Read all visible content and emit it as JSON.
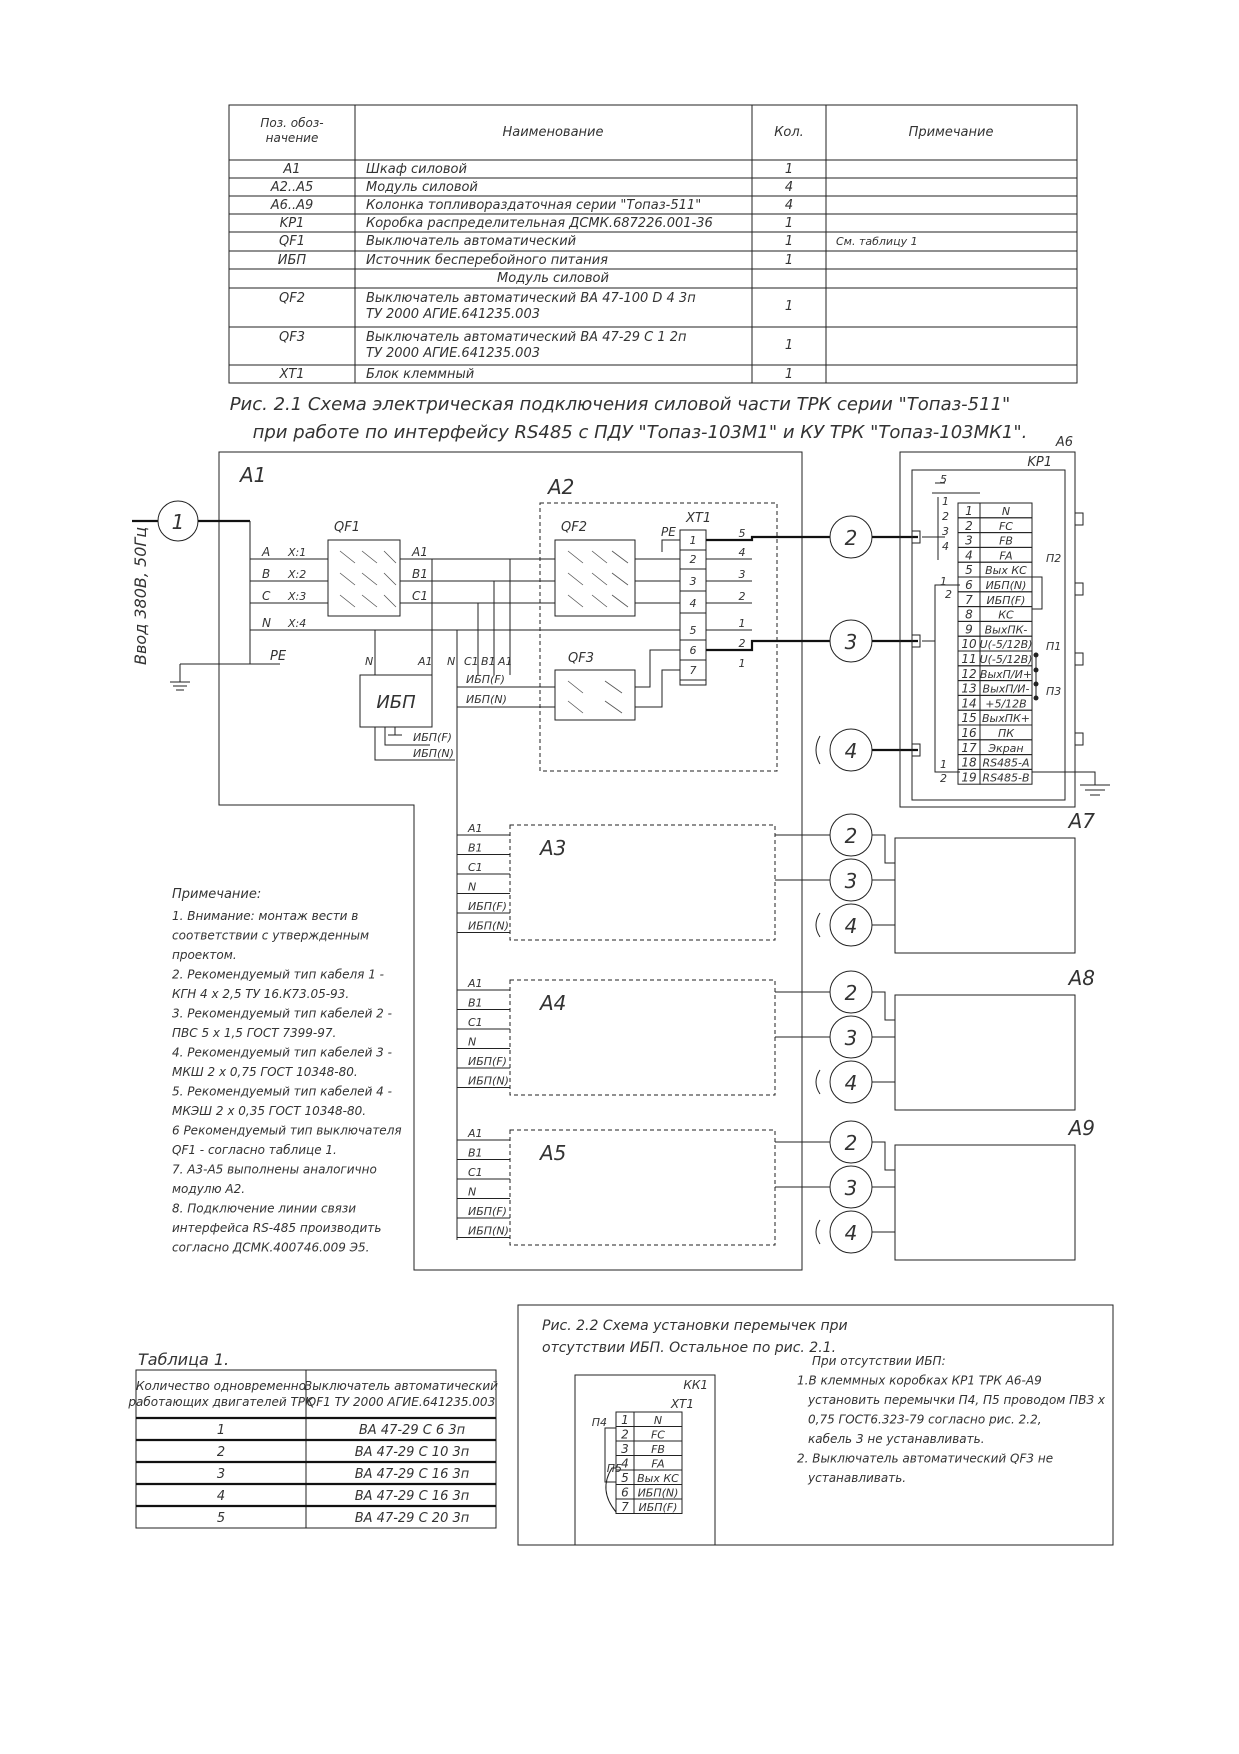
{
  "spec_table": {
    "headers": [
      "Поз. обоз-\nначение",
      "Наименование",
      "Кол.",
      "Примечание"
    ],
    "header_pos_line1": "Поз. обоз-",
    "header_pos_line2": "начение",
    "rows": [
      {
        "pos": "A1",
        "name": "Шкаф силовой",
        "qty": "1",
        "note": ""
      },
      {
        "pos": "A2..A5",
        "name": "Модуль силовой",
        "qty": "4",
        "note": ""
      },
      {
        "pos": "A6..A9",
        "name": "Колонка топливораздаточная серии \"Топаз-511\"",
        "qty": "4",
        "note": ""
      },
      {
        "pos": "KP1",
        "name": "Коробка распределительная ДСМК.687226.001-36",
        "qty": "1",
        "note": ""
      },
      {
        "pos": "QF1",
        "name": "Выключатель автоматический",
        "qty": "1",
        "note": "См. таблицу 1"
      },
      {
        "pos": "ИБП",
        "name": "Источник бесперебойного питания",
        "qty": "1",
        "note": ""
      },
      {
        "pos": "",
        "name": "Модуль силовой",
        "qty": "",
        "note": ""
      },
      {
        "pos": "QF2",
        "name": "Выключатель автоматический ВА 47-100 D 4 3п",
        "name2": "ТУ 2000 АГИЕ.641235.003",
        "qty": "1",
        "note": ""
      },
      {
        "pos": "QF3",
        "name": "Выключатель автоматический ВА 47-29 С 1 2п",
        "name2": "ТУ 2000 АГИЕ.641235.003",
        "qty": "1",
        "note": ""
      },
      {
        "pos": "XT1",
        "name": "Блок клеммный",
        "qty": "1",
        "note": ""
      }
    ]
  },
  "caption_fig1": {
    "line1": "Рис. 2.1 Схема электрическая подключения силовой части ТРК серии \"Топаз-511\"",
    "line2": "при работе по интерфейсу RS485 с ПДУ \"Топаз-103М1\" и КУ ТРК \"Топаз-103МК1\"."
  },
  "diagram": {
    "input_label": "Ввод 380В, 50Гц",
    "cable_numbers": [
      "1",
      "2",
      "3",
      "4"
    ],
    "blocks": {
      "a1": "A1",
      "a2": "A2",
      "a3": "A3",
      "a4": "A4",
      "a5": "A5",
      "a6": "A6",
      "a7": "A7",
      "a8": "A8",
      "a9": "A9",
      "kp1": "KP1",
      "xt1": "XT1"
    },
    "qf_labels": {
      "qf1": "QF1",
      "qf2": "QF2",
      "qf3": "QF3"
    },
    "ups_label": "ИБП",
    "pe_label": "PE",
    "phase_labels": [
      "A",
      "B",
      "C",
      "N"
    ],
    "x_labels": [
      "X:1",
      "X:2",
      "X:3",
      "X:4"
    ],
    "bus_labels": [
      "A1",
      "B1",
      "C1"
    ],
    "ups_bottom_labels": [
      "N",
      "A1",
      "N",
      "C1",
      "B1",
      "A1"
    ],
    "ups_out": [
      "ИБП(F)",
      "ИБП(N)"
    ],
    "module_inputs": [
      "A1",
      "B1",
      "C1",
      "N",
      "ИБП(F)",
      "ИБП(N)"
    ],
    "xt1_terms": [
      "1",
      "2",
      "3",
      "4",
      "5",
      "6",
      "7"
    ],
    "xt1_out": [
      "5",
      "4",
      "3",
      "2",
      "1",
      "2",
      "1"
    ],
    "kp1_rows": [
      {
        "n": "1",
        "sig": "N"
      },
      {
        "n": "2",
        "sig": "FC"
      },
      {
        "n": "3",
        "sig": "FB"
      },
      {
        "n": "4",
        "sig": "FA"
      },
      {
        "n": "5",
        "sig": "Вых КС"
      },
      {
        "n": "6",
        "sig": "ИБП(N)"
      },
      {
        "n": "7",
        "sig": "ИБП(F)"
      },
      {
        "n": "8",
        "sig": "КС"
      },
      {
        "n": "9",
        "sig": "ВыхПК-"
      },
      {
        "n": "10",
        "sig": "U(-5/12В)"
      },
      {
        "n": "11",
        "sig": "U(-5/12В)"
      },
      {
        "n": "12",
        "sig": "ВыхП/И+"
      },
      {
        "n": "13",
        "sig": "ВыхП/И-"
      },
      {
        "n": "14",
        "sig": "+5/12В"
      },
      {
        "n": "15",
        "sig": "ВыхПК+"
      },
      {
        "n": "16",
        "sig": "ПК"
      },
      {
        "n": "17",
        "sig": "Экран"
      },
      {
        "n": "18",
        "sig": "RS485-A"
      },
      {
        "n": "19",
        "sig": "RS485-B"
      }
    ],
    "kp1_left_nums": [
      "5",
      "1",
      "2",
      "3",
      "4",
      "1",
      "2",
      "1",
      "2"
    ],
    "jumpers": [
      "П1",
      "П2",
      "П3"
    ]
  },
  "notes": {
    "title": "Примечание:",
    "lines": [
      "1. Внимание: монтаж вести в",
      "соответствии с утвержденным",
      "проектом.",
      "2. Рекомендуемый тип кабеля 1 -",
      "КГН  4 x 2,5  ТУ 16.К73.05-93.",
      "3. Рекомендуемый тип кабелей 2 -",
      "ПВС 5 x 1,5  ГОСТ 7399-97.",
      "4. Рекомендуемый тип кабелей 3 -",
      "МКШ 2 x 0,75  ГОСТ 10348-80.",
      "5. Рекомендуемый тип кабелей 4 -",
      "МКЭШ 2 x 0,35  ГОСТ 10348-80.",
      "6 Рекомендуемый тип выключателя",
      "QF1 - согласно таблице 1.",
      "7. А3-А5 выполнены аналогично",
      "модулю А2.",
      "8. Подключение линии связи",
      "интерфейса RS-485 производить",
      "согласно ДСМК.400746.009 Э5."
    ]
  },
  "table1": {
    "title": "Таблица 1.",
    "h1_line1": "Количество одновременно",
    "h1_line2": "работающих двигателей ТРК",
    "h2_line1": "Выключатель автоматический",
    "h2_line2": "QF1 ТУ 2000 АГИЕ.641235.003",
    "rows": [
      {
        "n": "1",
        "v": "ВА 47-29  С 6  3п"
      },
      {
        "n": "2",
        "v": "ВА 47-29  С 10  3п"
      },
      {
        "n": "3",
        "v": "ВА 47-29  С 16  3п"
      },
      {
        "n": "4",
        "v": "ВА 47-29  С 16  3п"
      },
      {
        "n": "5",
        "v": "ВА 47-29  С 20  3п"
      }
    ]
  },
  "fig2": {
    "caption_line1": "Рис. 2.2 Схема установки перемычек при",
    "caption_line2": "отсутствии ИБП.  Остальное по рис. 2.1.",
    "box_label": "КК1",
    "xt_label": "XT1",
    "rows": [
      {
        "n": "1",
        "sig": "N"
      },
      {
        "n": "2",
        "sig": "FC"
      },
      {
        "n": "3",
        "sig": "FB"
      },
      {
        "n": "4",
        "sig": "FA"
      },
      {
        "n": "5",
        "sig": "Вых КС"
      },
      {
        "n": "6",
        "sig": "ИБП(N)"
      },
      {
        "n": "7",
        "sig": "ИБП(F)"
      }
    ],
    "jumpers": [
      "П4",
      "П5"
    ],
    "text": [
      "При отсутствии ИБП:",
      "1.В клеммных коробках КР1 ТРК А6-А9",
      "установить перемычки П4, П5 проводом ПВЗ x",
      "0,75  ГОСТ6.323-79 согласно рис. 2.2,",
      "кабель 3 не устанавливать.",
      "2.  Выключатель автоматический QF3 не",
      "устанавливать."
    ]
  }
}
